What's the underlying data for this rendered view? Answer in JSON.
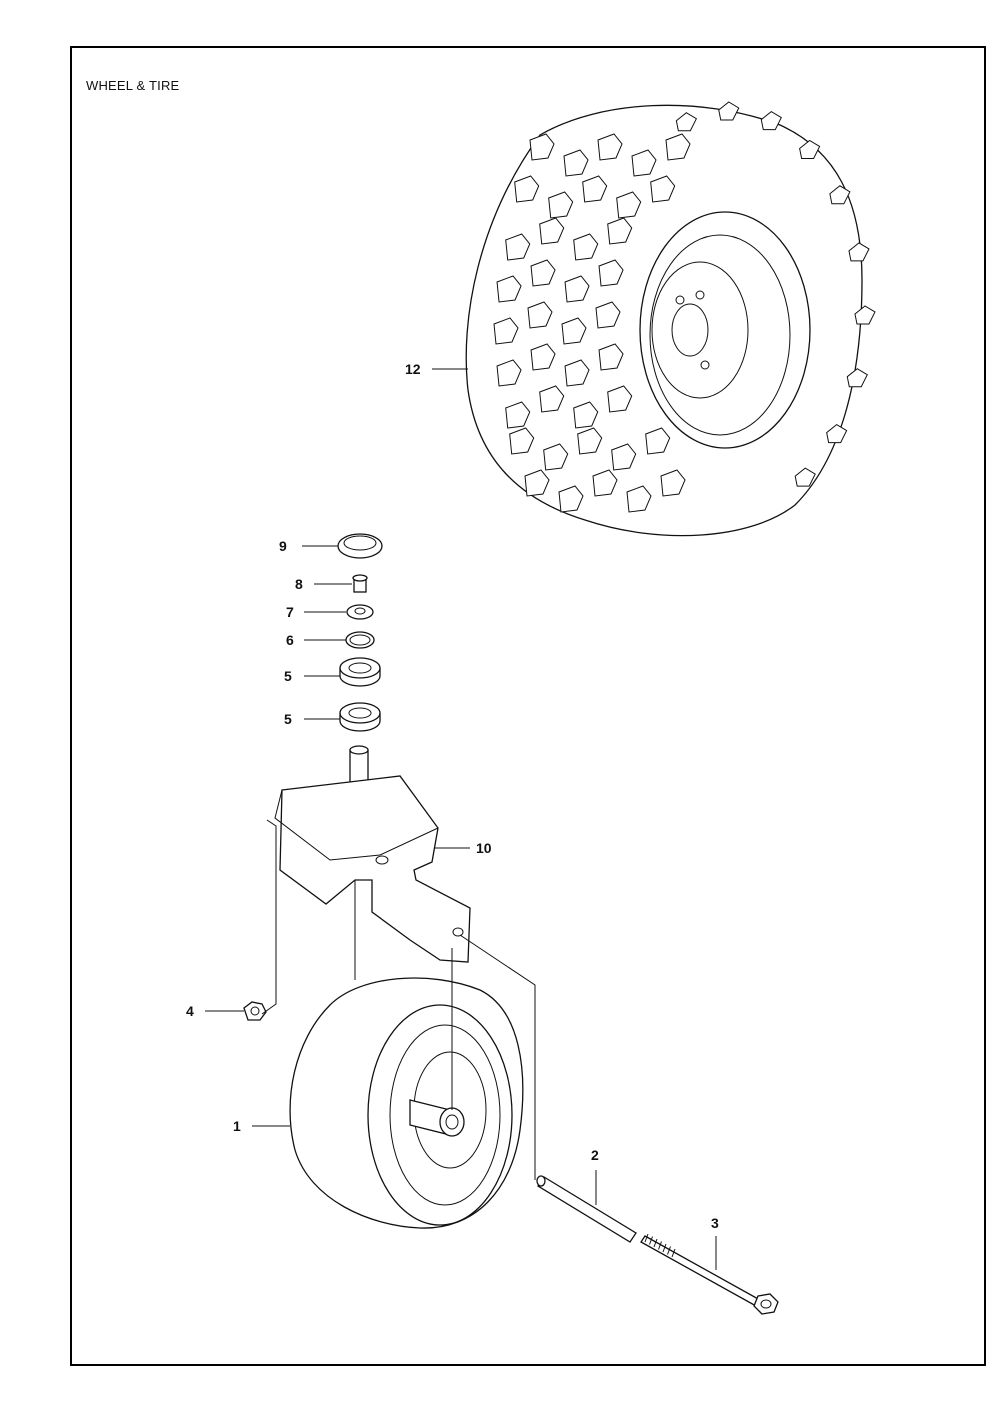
{
  "page": {
    "title": "WHEEL & TIRE"
  },
  "callouts": [
    {
      "id": "c12",
      "label": "12"
    },
    {
      "id": "c9",
      "label": "9"
    },
    {
      "id": "c8",
      "label": "8"
    },
    {
      "id": "c7",
      "label": "7"
    },
    {
      "id": "c6",
      "label": "6"
    },
    {
      "id": "c5a",
      "label": "5"
    },
    {
      "id": "c5b",
      "label": "5"
    },
    {
      "id": "c10",
      "label": "10"
    },
    {
      "id": "c4",
      "label": "4"
    },
    {
      "id": "c1",
      "label": "1"
    },
    {
      "id": "c2",
      "label": "2"
    },
    {
      "id": "c3",
      "label": "3"
    }
  ],
  "colors": {
    "line": "#111111",
    "background": "#ffffff"
  },
  "icons": {
    "tire": "tire-with-rim-drawing",
    "caster": "caster-wheel-drawing",
    "bolt": "bolt-drawing"
  }
}
